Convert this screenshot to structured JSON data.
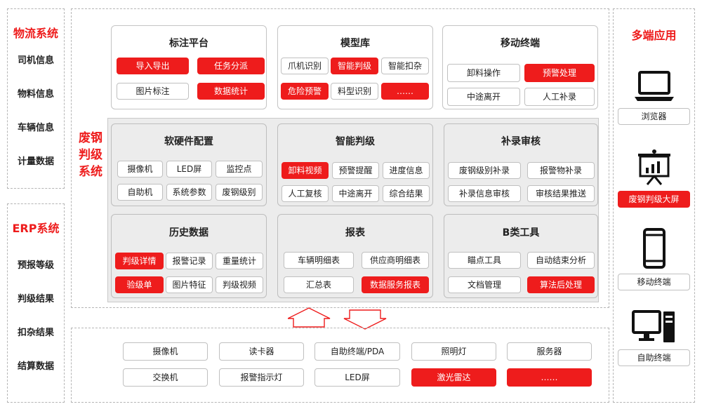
{
  "left_panels": {
    "logistics": {
      "title": "物流系统",
      "items": [
        "司机信息",
        "物料信息",
        "车辆信息",
        "计量数据"
      ]
    },
    "erp": {
      "title": "ERP系统",
      "items": [
        "预报等级",
        "判级结果",
        "扣杂结果",
        "结算数据"
      ]
    }
  },
  "center_label": "废钢判级系统",
  "modules": {
    "annotation": {
      "title": "标注平台",
      "chips": [
        "导入导出",
        "任务分派",
        "图片标注",
        "数据统计"
      ]
    },
    "model_lib": {
      "title": "模型库",
      "chips": [
        "爪机识别",
        "智能判级",
        "智能扣杂",
        "危险预警",
        "料型识别",
        "……"
      ]
    },
    "mobile": {
      "title": "移动终端",
      "chips": [
        "卸料操作",
        "预警处理",
        "中途离开",
        "人工补录"
      ]
    },
    "hw_config": {
      "title": "软硬件配置",
      "chips": [
        "摄像机",
        "LED屏",
        "监控点",
        "自助机",
        "系统参数",
        "废钢级别"
      ]
    },
    "smart_grading": {
      "title": "智能判级",
      "chips": [
        "卸料视频",
        "预警提醒",
        "进度信息",
        "人工复核",
        "中途离开",
        "综合结果"
      ]
    },
    "supplement": {
      "title": "补录审核",
      "chips": [
        "废钢级别补录",
        "报警物补录",
        "补录信息审核",
        "审核结果推送"
      ]
    },
    "history": {
      "title": "历史数据",
      "chips": [
        "判级详情",
        "报警记录",
        "重量统计",
        "验级单",
        "图片特征",
        "判级视频"
      ]
    },
    "report": {
      "title": "报表",
      "chips": [
        "车辆明细表",
        "供应商明细表",
        "汇总表",
        "数据服务报表"
      ]
    },
    "b_tools": {
      "title": "B类工具",
      "chips": [
        "瞄点工具",
        "自动结束分析",
        "文档管理",
        "算法后处理"
      ]
    }
  },
  "hardware": [
    "摄像机",
    "读卡器",
    "自助终端/PDA",
    "照明灯",
    "服务器",
    "交换机",
    "报警指示灯",
    "LED屏",
    "激光雷达",
    "……"
  ],
  "right_panel": {
    "title": "多端应用",
    "devices": [
      {
        "label": "浏览器",
        "icon": "laptop-icon"
      },
      {
        "label": "废钢判级大屏",
        "icon": "presentation-screen-icon"
      },
      {
        "label": "移动终端",
        "icon": "mobile-phone-icon"
      },
      {
        "label": "自助终端",
        "icon": "desktop-computer-icon"
      }
    ]
  },
  "colors": {
    "accent": "#ee1c1c",
    "border": "#b5b5b5",
    "panel": "#ececec"
  }
}
